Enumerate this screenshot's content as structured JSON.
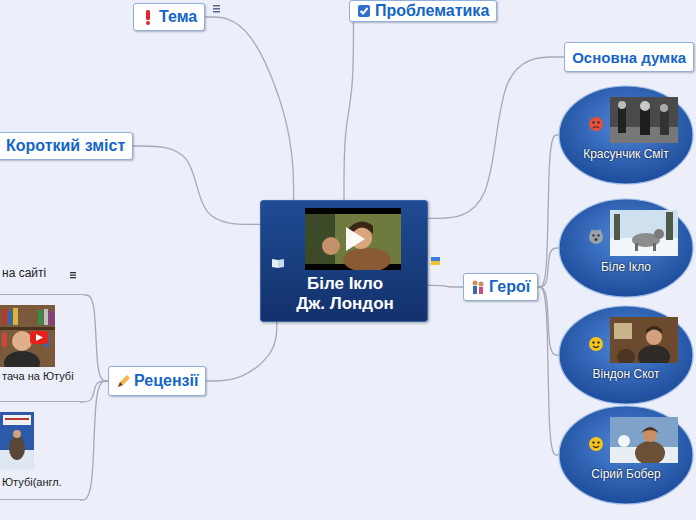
{
  "diagram": {
    "nodes": [
      {
        "text": [
          "Біле Ікло Дж. Лондон"
        ]
      },
      {
        "text": [
          "Тема"
        ]
      },
      {
        "text": [
          "Проблематика"
        ]
      },
      {
        "text": [
          "Основна думка"
        ]
      },
      {
        "text": [
          "Короткий зміст"
        ]
      },
      {
        "text": [
          "Герої"
        ]
      },
      {
        "text": [
          "Красунчик Сміт"
        ]
      },
      {
        "text": [
          "Біле Ікло"
        ]
      },
      {
        "text": [
          "Віндон Скот"
        ]
      },
      {
        "text": [
          "Сірий Бобер"
        ]
      },
      {
        "text": [
          "Рецензії"
        ]
      },
      {
        "text": [
          "на сайті"
        ]
      },
      {
        "text": [
          "тача на Ютубі"
        ]
      },
      {
        "text": [
          "Ютубі(англ."
        ]
      }
    ],
    "edges": [
      {
        "from": 0,
        "to": 1,
        "arrow": "none"
      },
      {
        "from": 0,
        "to": 2,
        "arrow": "none"
      },
      {
        "from": 0,
        "to": 3,
        "arrow": "none"
      },
      {
        "from": 0,
        "to": 4,
        "arrow": "none"
      },
      {
        "from": 0,
        "to": 5,
        "arrow": "none"
      },
      {
        "from": 5,
        "to": 6,
        "arrow": "none"
      },
      {
        "from": 5,
        "to": 7,
        "arrow": "none"
      },
      {
        "from": 5,
        "to": 8,
        "arrow": "none"
      },
      {
        "from": 5,
        "to": 9,
        "arrow": "none"
      },
      {
        "from": 0,
        "to": 10,
        "arrow": "none"
      },
      {
        "from": 10,
        "to": 11,
        "arrow": "none"
      },
      {
        "from": 10,
        "to": 12,
        "arrow": "none"
      },
      {
        "from": 10,
        "to": 13,
        "arrow": "none"
      }
    ]
  }
}
